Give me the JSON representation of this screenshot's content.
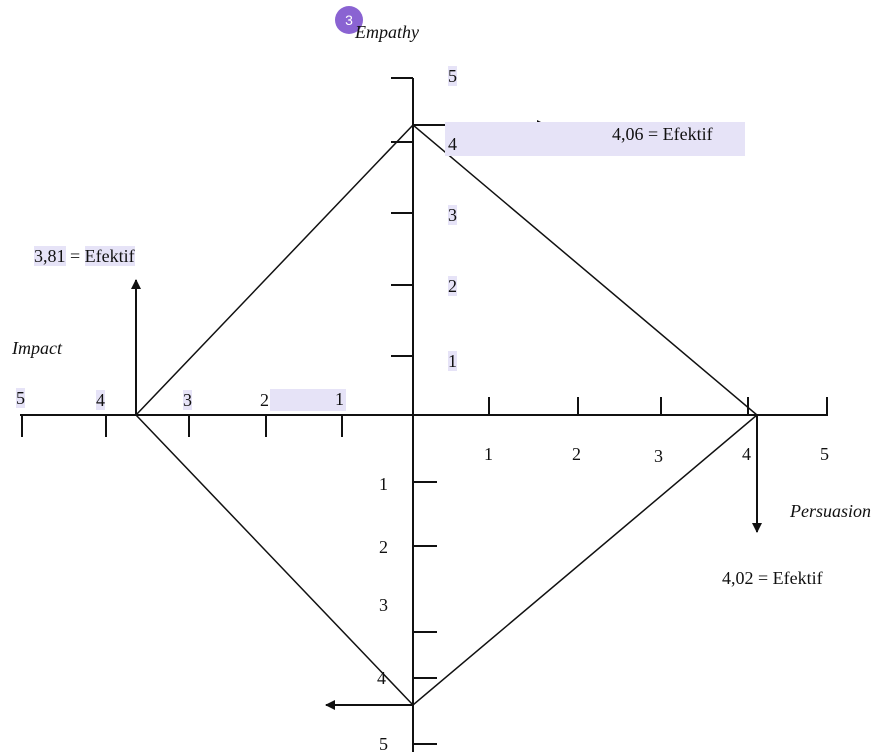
{
  "badge": "3",
  "axes": {
    "top": "Empathy",
    "left": "Impact",
    "right": "Persuasion"
  },
  "ticks": {
    "top": [
      "5",
      "4",
      "3",
      "2",
      "1"
    ],
    "left": [
      "5",
      "4",
      "3",
      "2",
      "1"
    ],
    "right": [
      "1",
      "2",
      "3",
      "4",
      "5"
    ],
    "bottom": [
      "1",
      "2",
      "3",
      "4",
      "5"
    ]
  },
  "results": {
    "empathy": {
      "value": "4,06",
      "eq": " = ",
      "label": "Efektif"
    },
    "impact": {
      "value": "3,81",
      "eq": " = ",
      "label": "Efektif"
    },
    "persuasion": {
      "value": "4,02",
      "eq": " = ",
      "label": "Efektif"
    }
  },
  "colors": {
    "line": "#111111",
    "highlight": "#e6e3f7",
    "badge": "#8a63d2"
  }
}
